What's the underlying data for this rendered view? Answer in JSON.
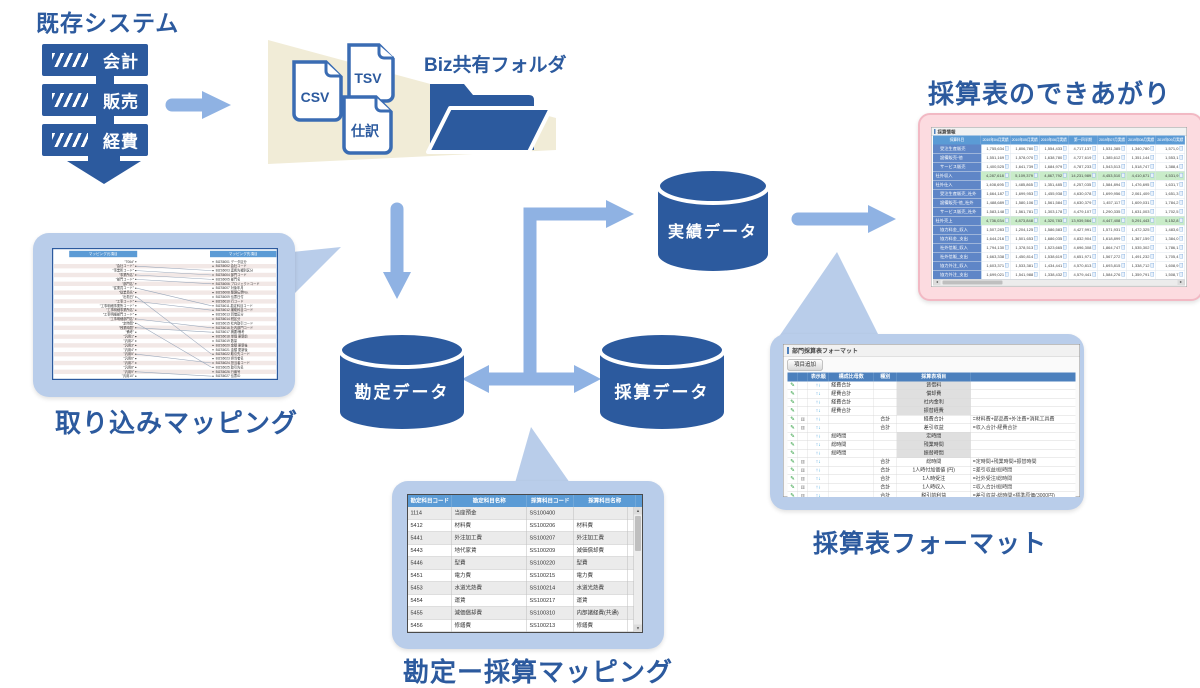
{
  "diagram": {
    "title_existing": "既存システム",
    "servers": [
      "会計",
      "販売",
      "経費"
    ],
    "files": [
      "CSV",
      "TSV",
      "仕訳"
    ],
    "folder_label": "Biz共有フォルダ",
    "databases": {
      "account": "勘定データ",
      "actual": "実績データ",
      "profit": "採算データ"
    },
    "captions": {
      "import_mapping": "取り込みマッピング",
      "account_profit_mapping": "勘定ー採算マッピング",
      "format": "採算表フォーマット",
      "result": "採算表のできあがり"
    },
    "colors": {
      "dark_blue": "#2c5a9e",
      "light_blue": "#8fb2e3",
      "callout": "#b9cdea",
      "beige": "#f1ecd7",
      "pink": "#fcdbe0",
      "table_header_blue": "#5b9bd5",
      "total_green": "#c9ecc9"
    }
  },
  "import_mapping_panel": {
    "left_header": "マッピング元項目",
    "right_header": "マッピング先項目",
    "left_items": [
      "\"T06d\"",
      "\"会社コード\"",
      "\"事業所コード\"",
      "\"事業所名\"",
      "\"部門コード\"",
      "\"部門名\"",
      "\"従業員コード\"",
      "\"従業員名\"",
      "\"出勤日\"",
      "\"工事コード\"",
      "\"工事明細事業所コード\"",
      "\"工事明細事業所名\"",
      "\"工事明細部門コード\"",
      "\"工事明細部門名\"",
      "\"定時間\"",
      "\"残業時間\"",
      "\"備考\"",
      "\"汎用1\"",
      "\"汎用2\"",
      "\"汎用3\"",
      "\"汎用4\"",
      "\"汎用5\"",
      "\"汎用6\"",
      "\"汎用7\"",
      "\"汎用8\"",
      "\"汎用9\"",
      "\"汎用10\""
    ],
    "right_items": [
      "BIZS6001 データ区分",
      "BIZS6002 会社コード",
      "BIZS6003 連携先種別区分",
      "BIZS6004 部門コード",
      "BIZS6005 部門名",
      "BIZS6006 プロジェクトコード",
      "BIZS6007 対象年月",
      "BIZS6008 整理伝票No.",
      "BIZS6009 伝票日付",
      "BIZS6010 行コード",
      "BIZS6011 勘定科目コード",
      "BIZS6012 補助科目コード",
      "BIZS6013 貸借区分",
      "BIZS6014 税区分",
      "BIZS6015 社内取引コード",
      "BIZS6016 社内部門コード",
      "BIZS6017 摘要/備考",
      "BIZS6018 単価 更新前",
      "BIZS6019 数量",
      "BIZS6020 金額 更新後",
      "BIZS6021 金額 更新後",
      "BIZS6022 取引先コード",
      "BIZS6023 担当者名",
      "BIZS6024 担当者コード",
      "BIZS6025 取引先名",
      "BIZS6026 行番号",
      "BIZS6027 伝票ID"
    ],
    "links": [
      [
        1,
        2
      ],
      [
        2,
        3
      ],
      [
        3,
        4
      ],
      [
        4,
        5
      ],
      [
        6,
        10
      ],
      [
        8,
        21
      ],
      [
        9,
        11
      ],
      [
        13,
        15
      ],
      [
        14,
        24
      ],
      [
        15,
        16
      ],
      [
        21,
        23
      ],
      [
        25,
        26
      ]
    ]
  },
  "account_mapping_table": {
    "headers": [
      "勘定科目コード",
      "勘定科目名称",
      "採算科目コード",
      "採算科目名称"
    ],
    "rows": [
      [
        "1114",
        "当座預金",
        "SS100400",
        ""
      ],
      [
        "5412",
        "材料費",
        "SS100206",
        "材料費"
      ],
      [
        "5441",
        "外注加工費",
        "SS100207",
        "外注加工費"
      ],
      [
        "5443",
        "地代家賃",
        "SS100209",
        "減価償却費"
      ],
      [
        "5446",
        "型費",
        "SS100220",
        "型費"
      ],
      [
        "5451",
        "電力費",
        "SS100215",
        "電力費"
      ],
      [
        "5453",
        "水道光熱費",
        "SS100214",
        "水道光熱費"
      ],
      [
        "5454",
        "運賃",
        "SS100217",
        "運賃"
      ],
      [
        "5455",
        "減価償却費",
        "SS100310",
        "内部諸経費(共通)"
      ],
      [
        "5456",
        "修繕費",
        "SS100213",
        "修繕費"
      ]
    ]
  },
  "format_window": {
    "title": "部門採算表フォーマット",
    "add_button": "項目追加",
    "headers": [
      "表示順",
      "構成比母数",
      "種別",
      "採算表項目"
    ],
    "rows": [
      {
        "deletable": false,
        "group": "経費合計",
        "type": "",
        "item": "賃借料",
        "formula": ""
      },
      {
        "deletable": false,
        "group": "経費合計",
        "type": "",
        "item": "償却費",
        "formula": ""
      },
      {
        "deletable": false,
        "group": "経費合計",
        "type": "",
        "item": "社内金利",
        "formula": ""
      },
      {
        "deletable": false,
        "group": "経費合計",
        "type": "",
        "item": "振替経費",
        "formula": ""
      },
      {
        "deletable": true,
        "group": "",
        "type": "合計",
        "item": "経費合計",
        "formula": "=材料費+部品費+外注費+消耗工具費"
      },
      {
        "deletable": true,
        "group": "",
        "type": "合計",
        "item": "差引収益",
        "formula": "=収入合計-経費合計"
      },
      {
        "deletable": false,
        "group": "総時間",
        "type": "",
        "item": "定時間",
        "formula": ""
      },
      {
        "deletable": false,
        "group": "総時間",
        "type": "",
        "item": "残業時間",
        "formula": ""
      },
      {
        "deletable": false,
        "group": "総時間",
        "type": "",
        "item": "振替時間",
        "formula": ""
      },
      {
        "deletable": true,
        "group": "",
        "type": "合計",
        "item": "総時間",
        "formula": "=定時間+残業時間+振替時間"
      },
      {
        "deletable": true,
        "group": "",
        "type": "合計",
        "item": "1人時付加価値 (円)",
        "formula": "=差引収益/総時間"
      },
      {
        "deletable": true,
        "group": "",
        "type": "合計",
        "item": "1人時受注",
        "formula": "=社外受注/総時間"
      },
      {
        "deletable": true,
        "group": "",
        "type": "合計",
        "item": "1人時収入",
        "formula": "=収入合計/総時間"
      },
      {
        "deletable": true,
        "group": "",
        "type": "合計",
        "item": "税引前利益",
        "formula": "=差引収益-総時間×標準原価(3000円)"
      }
    ]
  },
  "result_window": {
    "title": "採算情報",
    "columns": [
      "採算科目",
      "2019年04月実績",
      "2019年05月実績",
      "2019年06月実績",
      "第一四半期",
      "2019年07月実績",
      "2019年08月実績",
      "2019年09月実績"
    ],
    "rows": [
      {
        "label": "受注生産販売",
        "indent": true,
        "total": false,
        "values": [
          "1,755,634",
          "1,806,780",
          "1,554,433",
          "4,717,137",
          "1,531,385",
          "1,340,780",
          "1,571,0"
        ]
      },
      {
        "label": "設備販売-他",
        "indent": true,
        "total": false,
        "values": [
          "1,551,169",
          "1,578,070",
          "1,638,780",
          "4,727,619",
          "1,385,612",
          "1,351,144",
          "1,553,1"
        ]
      },
      {
        "label": "サービス販売",
        "indent": true,
        "total": false,
        "values": [
          "1,400,525",
          "1,641,739",
          "1,684,979",
          "4,787,233",
          "1,543,513",
          "1,518,747",
          "1,388,4"
        ]
      },
      {
        "label": "社外収入",
        "indent": false,
        "total": true,
        "values": [
          "4,287,618",
          "5,109,379",
          "4,867,792",
          "14,231,989",
          "4,453,510",
          "4,410,671",
          "4,531,9"
        ]
      },
      {
        "label": "社外仕入",
        "indent": false,
        "total": false,
        "values": [
          "1,408,695",
          "1,485,865",
          "1,351,485",
          "4,257,035",
          "1,584,894",
          "1,476,695",
          "1,631,7"
        ]
      },
      {
        "label": "受注生産販売_社外",
        "indent": true,
        "total": false,
        "values": [
          "1,664,187",
          "1,699,953",
          "1,455,938",
          "4,630,078",
          "1,699,956",
          "2,061,409",
          "1,651,3"
        ]
      },
      {
        "label": "設備販売-他_社外",
        "indent": true,
        "total": false,
        "values": [
          "1,488,689",
          "1,580,106",
          "1,561,584",
          "4,630,379",
          "1,457,117",
          "1,609,031",
          "1,784,2"
        ]
      },
      {
        "label": "サービス販売_社外",
        "indent": true,
        "total": false,
        "values": [
          "1,583,148",
          "1,561,781",
          "1,303,178",
          "4,479,107",
          "1,290,335",
          "1,631,003",
          "1,702,5"
        ]
      },
      {
        "label": "社外売上",
        "indent": false,
        "total": true,
        "values": [
          "4,736,034",
          "4,873,848",
          "4,320,783",
          "13,939,564",
          "4,447,408",
          "5,291,443",
          "5,152,8"
        ]
      },
      {
        "label": "協力料金_収入",
        "indent": true,
        "total": false,
        "values": [
          "1,507,283",
          "1,204,125",
          "1,586,583",
          "4,427,991",
          "1,571,931",
          "1,472,325",
          "1,483,6"
        ]
      },
      {
        "label": "協力料金_支出",
        "indent": true,
        "total": false,
        "values": [
          "1,644,216",
          "1,501,653",
          "1,686,035",
          "4,832,904",
          "1,618,899",
          "1,367,159",
          "1,384,0"
        ]
      },
      {
        "label": "社外信販_収入",
        "indent": true,
        "total": false,
        "values": [
          "1,794,130",
          "1,378,513",
          "1,523,665",
          "4,696,308",
          "1,864,747",
          "1,535,302",
          "1,786,1"
        ]
      },
      {
        "label": "社外信販_支出",
        "indent": true,
        "total": false,
        "values": [
          "1,663,338",
          "1,450,814",
          "1,538,619",
          "4,651,971",
          "1,567,272",
          "1,491,232",
          "1,705,4"
        ]
      },
      {
        "label": "協力外注_収入",
        "indent": true,
        "total": false,
        "values": [
          "1,603,371",
          "1,533,381",
          "1,434,441",
          "4,570,813",
          "1,693,815",
          "1,338,712",
          "1,608,9"
        ]
      },
      {
        "label": "協力外注_支出",
        "indent": true,
        "total": false,
        "values": [
          "1,699,021",
          "1,541,988",
          "1,338,432",
          "4,579,441",
          "1,584,276",
          "1,359,791",
          "1,508,7"
        ]
      }
    ]
  }
}
